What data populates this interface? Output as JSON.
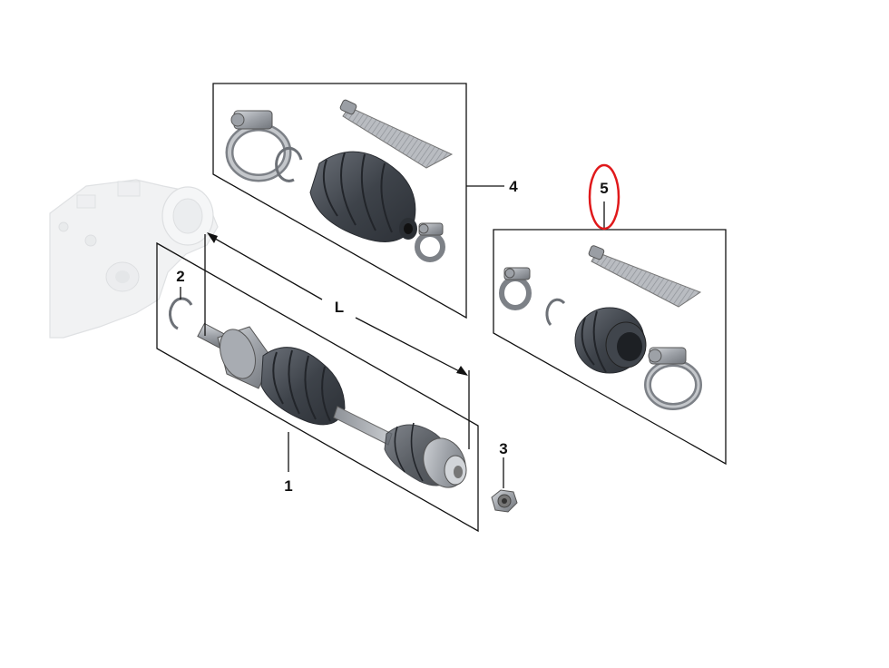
{
  "callouts": {
    "part_1": "1",
    "part_2": "2",
    "part_3": "3",
    "part_4": "4",
    "part_5": "5",
    "length": "L"
  },
  "colors": {
    "line": "#111111",
    "highlight_circle": "#e0191b",
    "boot_dark": "#3f434a",
    "metal": "#a9adb3",
    "ghost": "#e4e6e8"
  },
  "highlighted_callout": "5"
}
